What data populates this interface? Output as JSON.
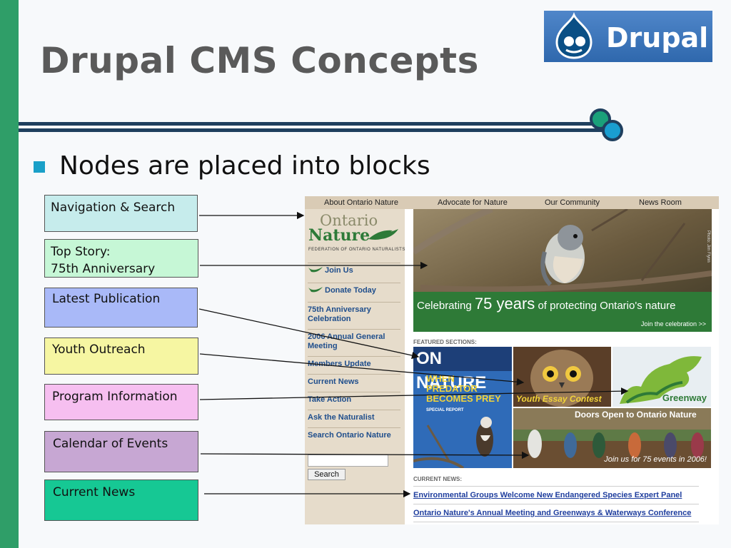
{
  "slide": {
    "title": "Drupal CMS Concepts",
    "bullet": "Nodes are placed into blocks",
    "logo_text": "Drupal"
  },
  "labels": [
    {
      "text": "Navigation & Search",
      "color": "#c6ecec"
    },
    {
      "text": "Top Story:\n75th Anniversary",
      "color": "#c6f7d6"
    },
    {
      "text": "Latest Publication",
      "color": "#a9b9f8"
    },
    {
      "text": "Youth Outreach",
      "color": "#f6f6a2"
    },
    {
      "text": "Program Information",
      "color": "#f6bff0"
    },
    {
      "text": "Calendar of Events",
      "color": "#c7a7d3"
    },
    {
      "text": "Current News",
      "color": "#16c894"
    }
  ],
  "site": {
    "topnav": [
      "About Ontario Nature",
      "Advocate for Nature",
      "Our Community",
      "News Room"
    ],
    "logo_word1": "Ontario",
    "logo_word2": "Nature",
    "logo_tagline": "FEDERATION OF ONTARIO NATURALISTS",
    "sidebar": [
      "Join Us",
      "Donate Today",
      "75th Anniversary Celebration",
      "2006 Annual General Meeting",
      "Members Update",
      "Current News",
      "Take Action",
      "Ask the Naturalist",
      "Search Ontario Nature"
    ],
    "search_button": "Search",
    "hero": {
      "text_before": "Celebrating ",
      "text_big": "75 years",
      "text_after": " of protecting Ontario's nature",
      "join": "Join the celebration  >>",
      "credit": "Photo: Jim Flynn"
    },
    "featured_heading": "FEATURED SECTIONS:",
    "magazine": {
      "title": "ON NATURE",
      "headline": "WHEN PREDATOR BECOMES PREY",
      "subhead": "SPECIAL REPORT"
    },
    "tiles": {
      "youth": "Youth Essay Contest",
      "greenway": "Greenway",
      "doors": "Doors Open to Ontario Nature",
      "events": "Join us for 75 events in 2006!"
    },
    "news_heading": "CURRENT NEWS:",
    "news": [
      "Environmental Groups Welcome New Endangered Species Expert Panel",
      "Ontario Nature's Annual Meeting and Greenways & Waterways Conference"
    ]
  }
}
